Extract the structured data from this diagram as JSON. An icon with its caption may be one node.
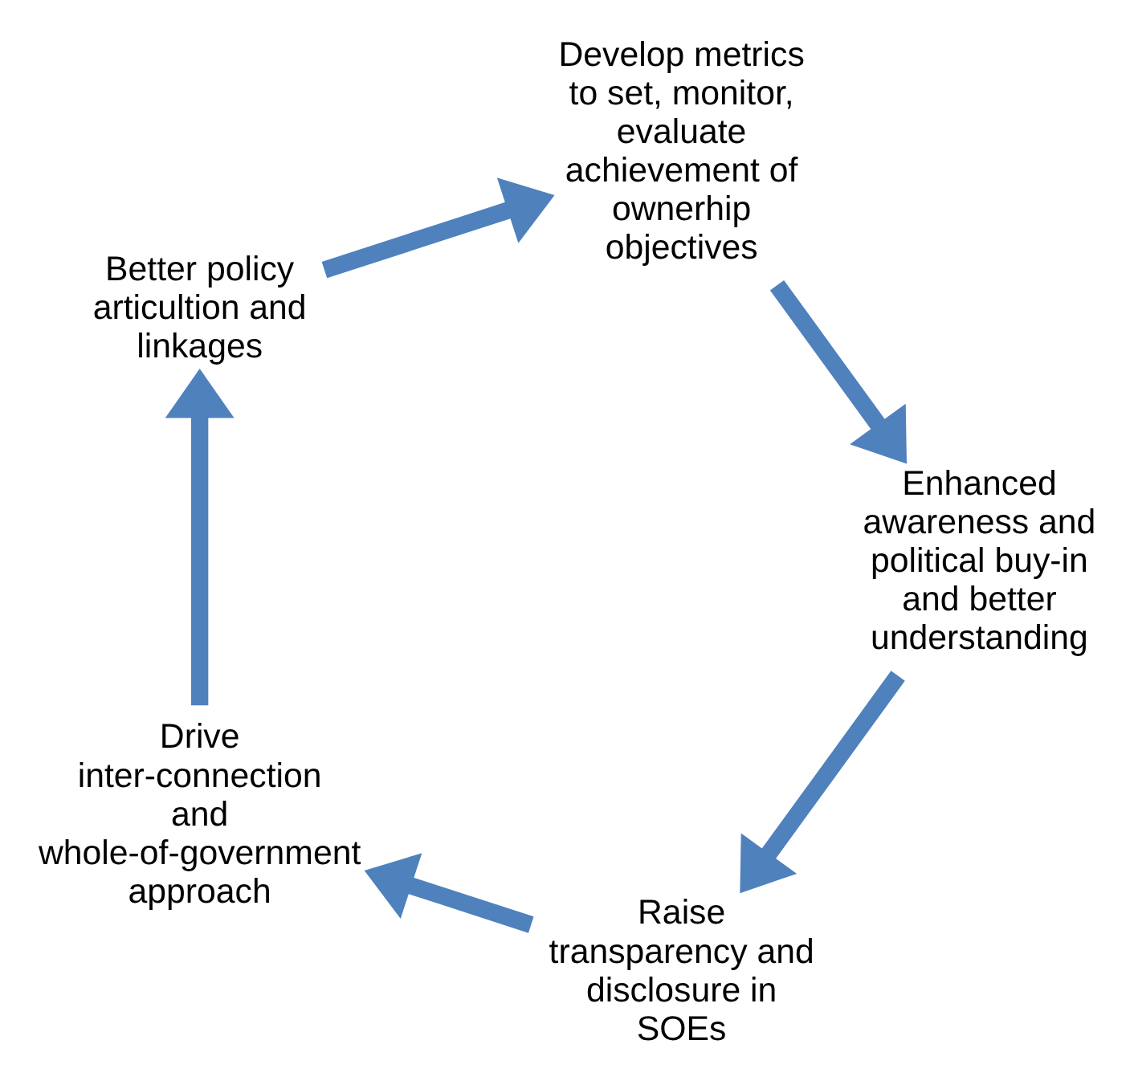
{
  "diagram": {
    "nodes": [
      {
        "text": [
          "Raise transparency and disclosure in SOEs"
        ]
      },
      {
        "text": [
          "Drive inter-connection and whole-of-government approach"
        ]
      },
      {
        "text": [
          "Better policy articultion and linkages"
        ]
      },
      {
        "text": [
          "Develop metrics to set, monitor, evaluate achievement of ownerhip objectives"
        ]
      },
      {
        "text": [
          "Enhanced awareness and political buy-in and better understanding"
        ]
      }
    ],
    "edges": [
      {
        "from": 0,
        "to": 1,
        "arrow": "to"
      },
      {
        "from": 1,
        "to": 2,
        "arrow": "to"
      },
      {
        "from": 2,
        "to": 3,
        "arrow": "to"
      },
      {
        "from": 3,
        "to": 4,
        "arrow": "to"
      },
      {
        "from": 4,
        "to": 0,
        "arrow": "to"
      }
    ]
  }
}
